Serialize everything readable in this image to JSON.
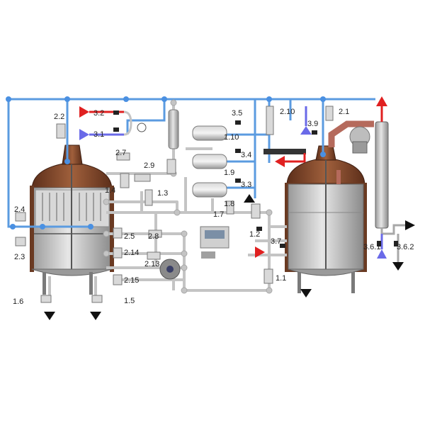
{
  "colors": {
    "water": "#5b9be0",
    "node": "#4a90e2",
    "pipe": "#c4c4c4",
    "pipe_stroke": "#a8a8a8",
    "copper": "#8a4a2c",
    "copper_dark": "#5c2e1a",
    "steel": "#c9c9c9",
    "steel_dark": "#8f8f8f",
    "flue": "#b56a5c",
    "hot": "#e02020",
    "cold": "#6a6ae8",
    "drain": "#111111",
    "label": "#222222"
  },
  "labels": {
    "v1_1": "1.1",
    "v1_2": "1.2",
    "v1_3": "1.3",
    "v1_4": "1.4",
    "v1_5": "1.5",
    "v1_6": "1.6",
    "v1_7": "1.7",
    "v1_8": "1.8",
    "v1_9": "1.9",
    "v1_10": "1.10",
    "v2_1": "2.1",
    "v2_2": "2.2",
    "v2_3": "2.3",
    "v2_4": "2.4",
    "v2_5": "2.5",
    "v2_7": "2.7",
    "v2_8": "2.8",
    "v2_9": "2.9",
    "v2_10": "2.10",
    "v2_13": "2.13",
    "v2_14": "2.14",
    "v2_15": "2.15",
    "v3_1": "3.1",
    "v3_2": "3.2",
    "v3_3": "3.3",
    "v3_4": "3.4",
    "v3_5": "3.5",
    "v3_6_1": "3.6.1",
    "v3_6_2": "3.6.2",
    "v3_7": "3.7",
    "v3_9": "3.9"
  }
}
